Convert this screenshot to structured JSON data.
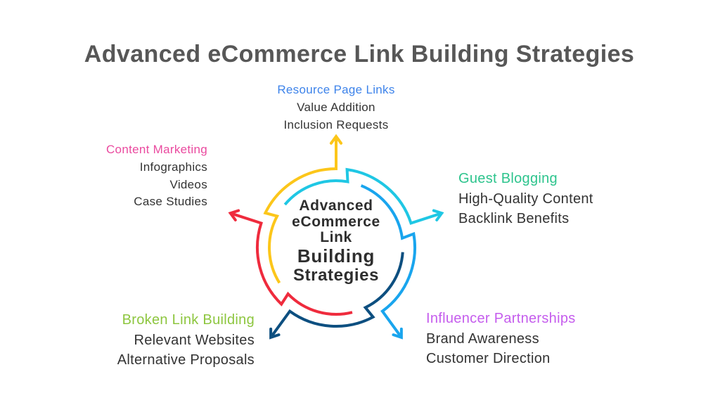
{
  "title": "Advanced eCommerce Link Building Strategies",
  "center": {
    "lines": [
      "Advanced",
      "eCommerce",
      "Link",
      "Building",
      "Strategies"
    ]
  },
  "strategies": [
    {
      "id": "resource-page-links",
      "title": "Resource Page Links",
      "items": [
        "Value Addition",
        "Inclusion Requests"
      ],
      "label_color": "#3d83ea",
      "arrow_color": "#fcc61a"
    },
    {
      "id": "guest-blogging",
      "title": "Guest Blogging",
      "items": [
        "High-Quality Content",
        "Backlink Benefits"
      ],
      "label_color": "#2dc48d",
      "arrow_color": "#1fc7e4"
    },
    {
      "id": "influencer-partnerships",
      "title": "Influencer Partnerships",
      "items": [
        "Brand Awareness",
        "Customer Direction"
      ],
      "label_color": "#c55ded",
      "arrow_color": "#19a5ee"
    },
    {
      "id": "broken-link-building",
      "title": "Broken Link Building",
      "items": [
        "Relevant Websites",
        "Alternative Proposals"
      ],
      "label_color": "#8dc63f",
      "arrow_color": "#0d4f80"
    },
    {
      "id": "content-marketing",
      "title": "Content Marketing",
      "items": [
        "Infographics",
        "Videos",
        "Case Studies"
      ],
      "label_color": "#ea4a9f",
      "arrow_color": "#ef2b3d"
    }
  ]
}
